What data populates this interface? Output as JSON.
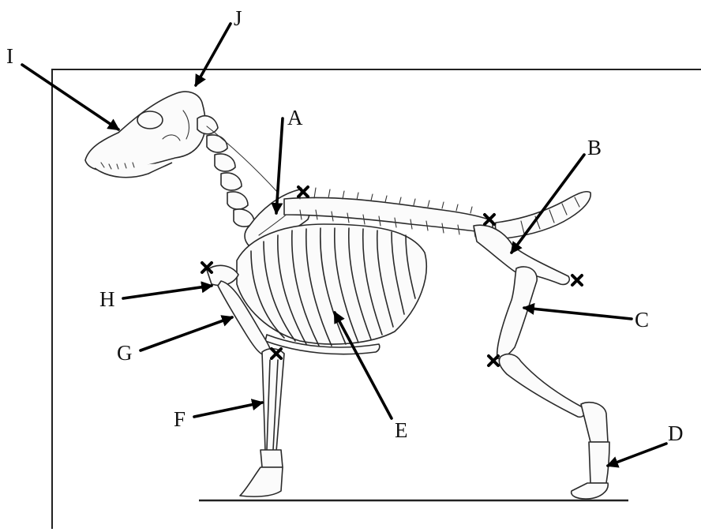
{
  "labels": {
    "A": "A",
    "B": "B",
    "C": "C",
    "D": "D",
    "E": "E",
    "F": "F",
    "G": "G",
    "H": "H",
    "I": "I",
    "J": "J"
  },
  "colors": {
    "arrow": "#000000",
    "bone_fill": "#fbfbfb",
    "bone_outline": "#2a2a2a",
    "frame": "#222222",
    "background": "#ffffff"
  }
}
